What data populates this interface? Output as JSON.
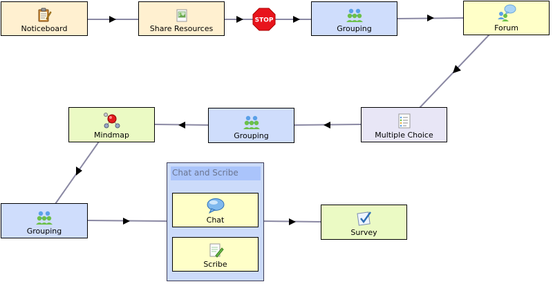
{
  "activities": {
    "noticeboard": "Noticeboard",
    "share_resources": "Share Resources",
    "grouping_1": "Grouping",
    "forum": "Forum",
    "multiple_choice": "Multiple Choice",
    "grouping_2": "Grouping",
    "mindmap": "Mindmap",
    "grouping_3": "Grouping",
    "survey": "Survey"
  },
  "stop_label": "STOP",
  "chat_scribe": {
    "title": "Chat and Scribe",
    "chat": "Chat",
    "scribe": "Scribe"
  },
  "colors": {
    "connector": "#8a88a3",
    "arrowhead": "#000000",
    "stop_red": "#e8141c"
  }
}
